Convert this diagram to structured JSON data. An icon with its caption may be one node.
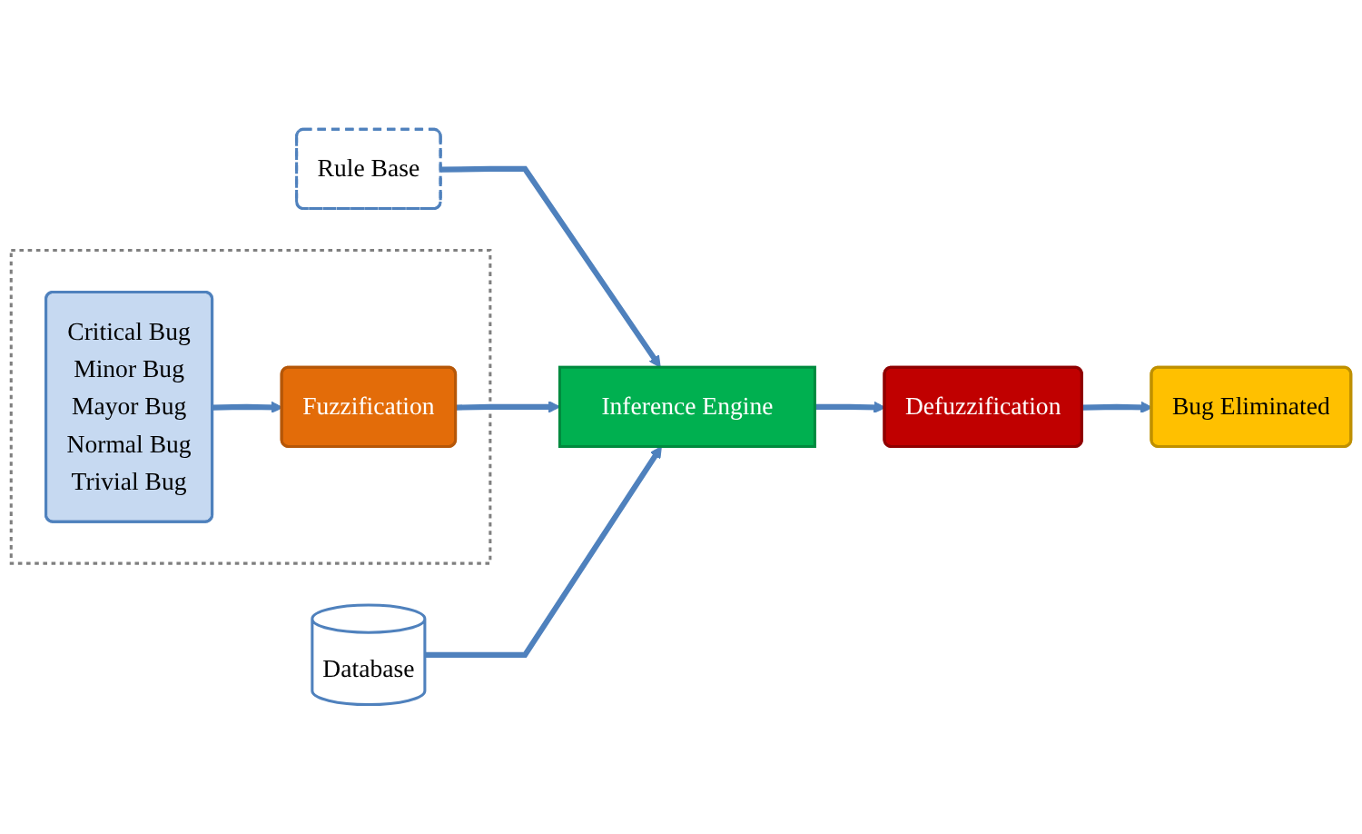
{
  "diagram": {
    "nodes": [
      {
        "text": [],
        "shape": "box"
      },
      {
        "text": [
          "Rule Base"
        ]
      },
      {
        "text": [
          "Fuzzification"
        ],
        "in": 0
      },
      {
        "text": [
          "Inference Engine"
        ]
      },
      {
        "text": [
          "Defuzzification"
        ]
      },
      {
        "text": [
          "Critical Bug",
          "Minor Bug",
          "Mayor Bug",
          "Normal Bug",
          "Trivial Bug"
        ],
        "in": 0
      },
      {
        "text": [
          "Database"
        ]
      },
      {
        "text": [
          "Bug Eliminated"
        ]
      }
    ],
    "edges": [
      {
        "from": 1,
        "to": 3,
        "arrow": "to"
      },
      {
        "from": 5,
        "to": 2,
        "arrow": "to"
      },
      {
        "from": 2,
        "to": 3,
        "arrow": "to"
      },
      {
        "from": 6,
        "to": 3,
        "arrow": "to"
      },
      {
        "from": 3,
        "to": 4,
        "arrow": "to"
      },
      {
        "from": 4,
        "to": 7,
        "arrow": "to"
      }
    ]
  }
}
